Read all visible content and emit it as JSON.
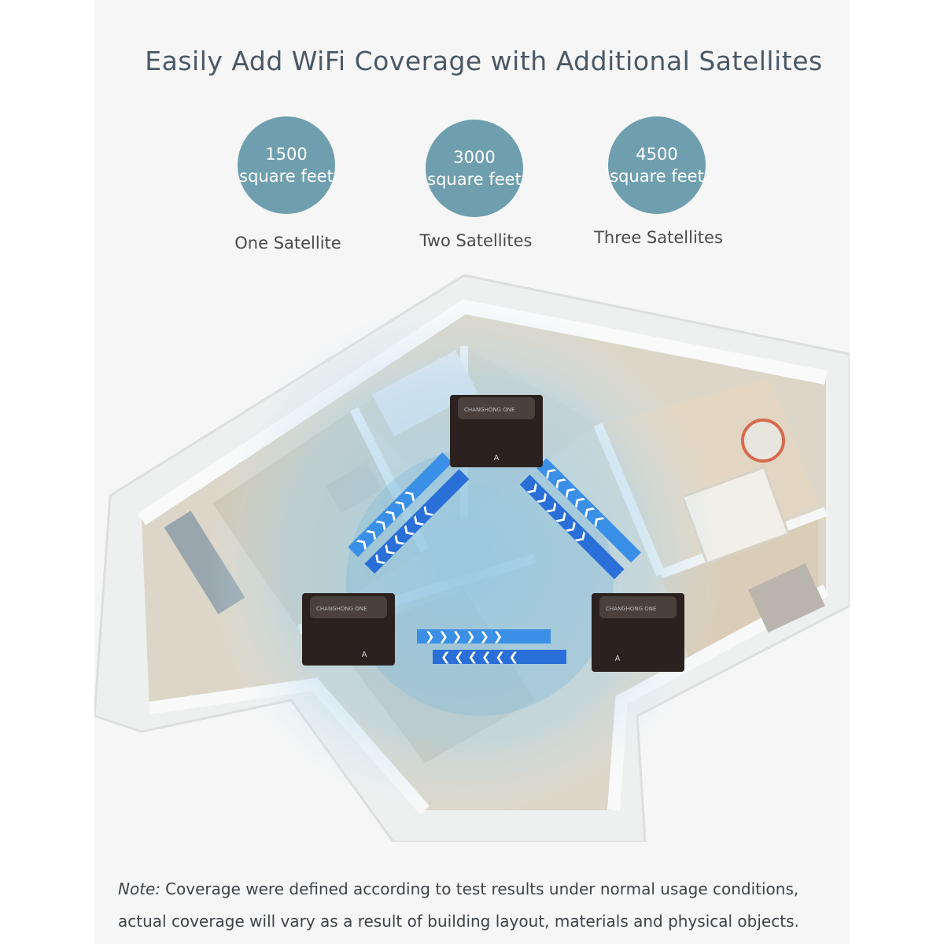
{
  "header": {
    "title": "Easily Add WiFi Coverage with Additional Satellites"
  },
  "coverage": [
    {
      "area": "1500",
      "unit": "square feet",
      "label": "One Satellite"
    },
    {
      "area": "3000",
      "unit": "square feet",
      "label": "Two Satellites"
    },
    {
      "area": "4500",
      "unit": "square feet",
      "label": "Three Satellites"
    }
  ],
  "colors": {
    "badge": "#6f9fae",
    "signal": "#1e88e5",
    "router": "#2b2220",
    "coverage_glow": "#8fc6e3"
  },
  "router_brand": "CHANGHONG ONE",
  "note": {
    "prefix": "Note:",
    "line1": "Coverage were defined according to test results under normal usage conditions,",
    "line2": "actual coverage will vary as a result of building layout, materials and physical objects."
  }
}
